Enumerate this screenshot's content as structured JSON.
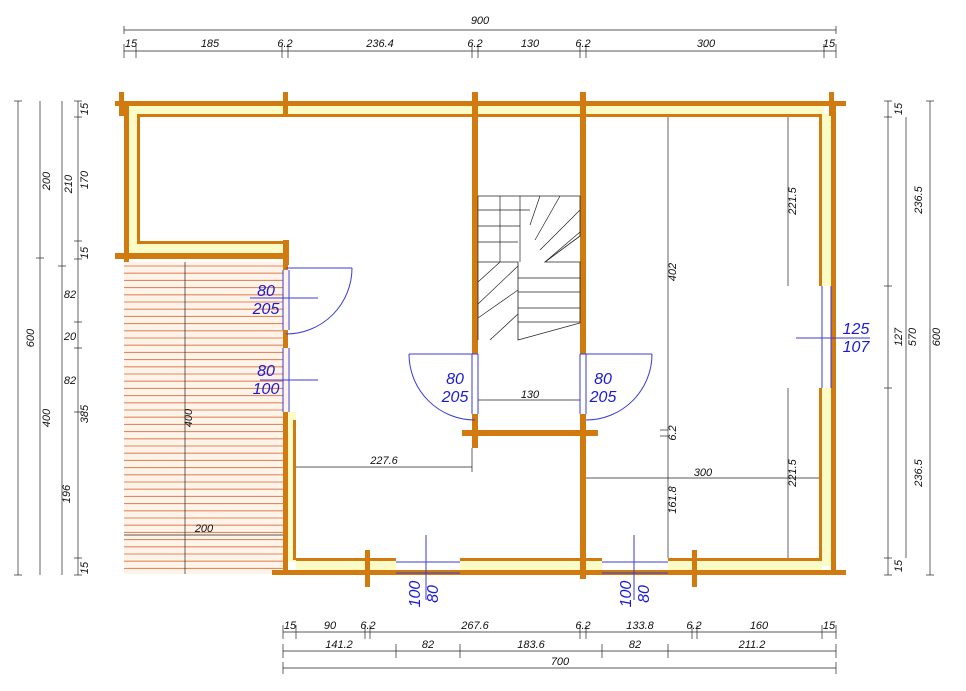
{
  "dimensions": {
    "top_total": "900",
    "top_segments": [
      "15",
      "185",
      "6.2",
      "236.4",
      "6.2",
      "130",
      "6.2",
      "300",
      "15"
    ],
    "bottom_row1": [
      "15",
      "90",
      "6.2",
      "267.6",
      "6.2",
      "133.8",
      "6.2",
      "160",
      "15"
    ],
    "bottom_row2": [
      "141.2",
      "82",
      "183.6",
      "82",
      "211.2"
    ],
    "bottom_total": "700",
    "left_outer": [
      "200",
      "400"
    ],
    "left_total": "600",
    "left_mid": [
      "210",
      "385"
    ],
    "left_inner": [
      "15",
      "170",
      "15",
      "82",
      "20",
      "82",
      "196",
      "15"
    ],
    "right_inner": [
      "15",
      "236.5",
      "127",
      "236.5",
      "15"
    ],
    "right_mid": "570",
    "right_total": "600",
    "interior": {
      "stair_passage": "130",
      "left_room": "227.6",
      "terrace_depth": "400",
      "terrace_width": "200",
      "right_room_height": "402",
      "right_room_width": "300",
      "upper_right": "221.5",
      "lower_right": "221.5",
      "partition_thk": "6.2",
      "lower_mid": "161.8"
    }
  },
  "openings": {
    "door_1": {
      "width": "80",
      "height": "205"
    },
    "window_1": {
      "width": "80",
      "height": "100"
    },
    "door_2": {
      "width": "80",
      "height": "205"
    },
    "door_3": {
      "width": "80",
      "height": "205"
    },
    "window_right": {
      "width": "125",
      "height": "107"
    },
    "window_bottom_1": {
      "width": "80",
      "height": "100"
    },
    "window_bottom_2": {
      "width": "80",
      "height": "100"
    }
  }
}
